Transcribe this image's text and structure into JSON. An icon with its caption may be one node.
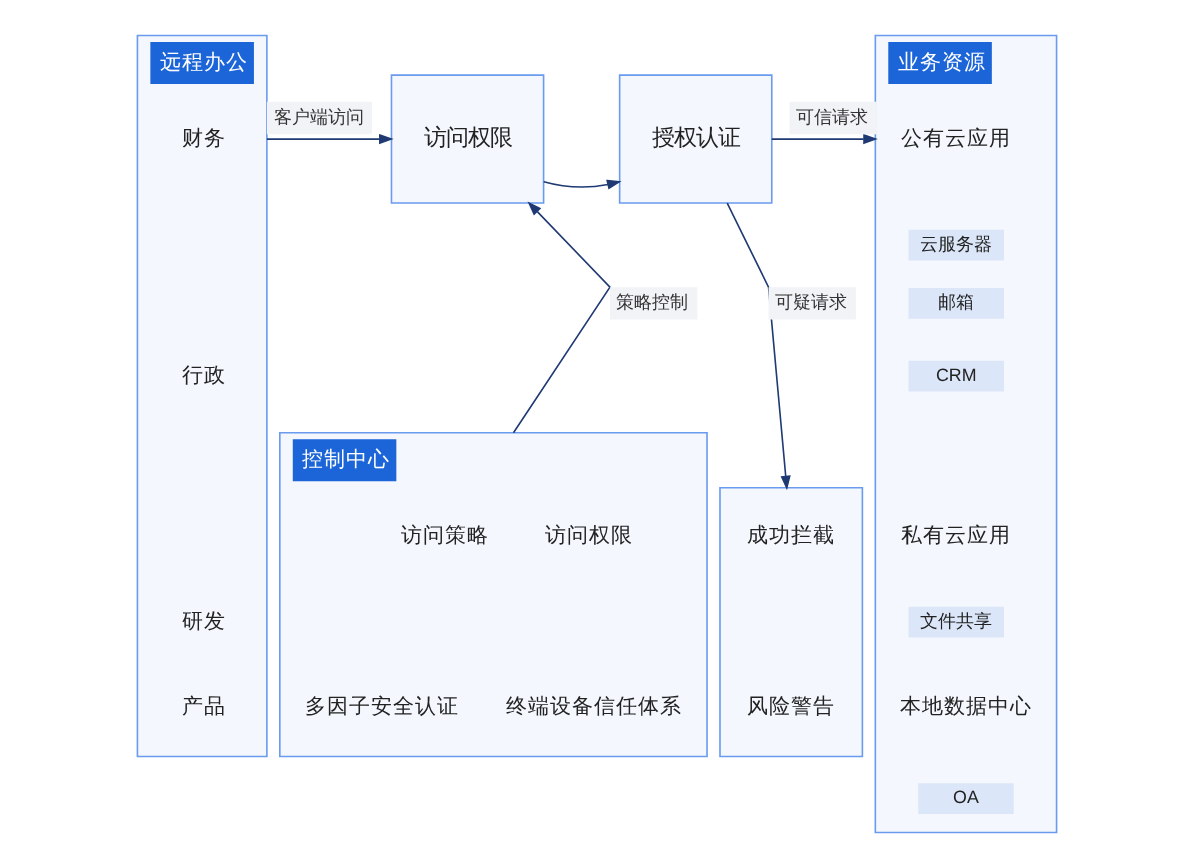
{
  "diagram": {
    "nodes": [
      {
        "text": [
          "远程办公"
        ]
      },
      {
        "text": [
          "财务"
        ],
        "in": 0
      },
      {
        "text": [
          "行政"
        ],
        "in": 0
      },
      {
        "text": [
          "研发"
        ],
        "in": 0
      },
      {
        "text": [
          "产品"
        ],
        "in": 0
      },
      {
        "text": [
          "访问权限"
        ]
      },
      {
        "text": [
          "授权认证"
        ]
      },
      {
        "text": [
          "控制中心"
        ]
      },
      {
        "text": [
          "访问策略"
        ],
        "in": 7
      },
      {
        "text": [
          "访问权限"
        ],
        "in": 7
      },
      {
        "text": [
          "多因子安全认证"
        ],
        "in": 7
      },
      {
        "text": [
          "终端设备信任体系"
        ],
        "in": 7
      },
      {
        "text": [],
        "shape": "box"
      },
      {
        "text": [
          "成功拦截"
        ],
        "in": 12
      },
      {
        "text": [
          "风险警告"
        ],
        "in": 12
      },
      {
        "text": [
          "业务资源"
        ]
      },
      {
        "text": [
          "公有云应用"
        ],
        "in": 15
      },
      {
        "text": [
          "云服务器"
        ],
        "in": 15
      },
      {
        "text": [
          "邮箱"
        ],
        "in": 15
      },
      {
        "text": [
          "CRM"
        ],
        "in": 15
      },
      {
        "text": [
          "私有云应用"
        ],
        "in": 15
      },
      {
        "text": [
          "文件共享"
        ],
        "in": 15
      },
      {
        "text": [
          "本地数据中心"
        ],
        "in": 15
      },
      {
        "text": [
          "OA"
        ],
        "in": 15
      }
    ],
    "edges": [
      {
        "from": 0,
        "to": 5,
        "label": "客户端访问",
        "arrow": "to"
      },
      {
        "from": 5,
        "to": 6,
        "arrow": "to"
      },
      {
        "from": 6,
        "to": 15,
        "label": "可信请求",
        "arrow": "to"
      },
      {
        "from": 7,
        "to": 5,
        "label": "策略控制",
        "arrow": "to"
      },
      {
        "from": 6,
        "to": 12,
        "label": "可疑请求",
        "arrow": "to"
      }
    ]
  }
}
